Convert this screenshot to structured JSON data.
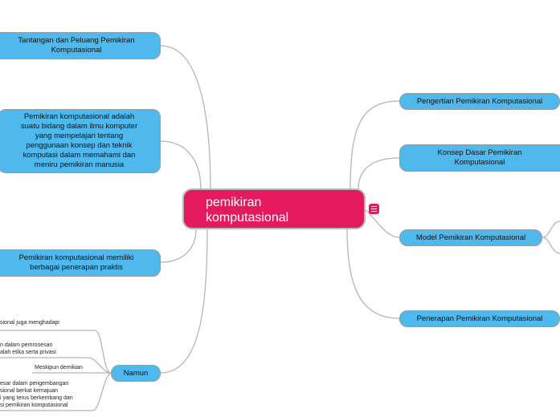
{
  "root": {
    "line1": "pemikiran",
    "line2": "komputasional"
  },
  "left_nodes": {
    "tantangan": {
      "line1": "Tantangan dan Peluang Pemikiran",
      "line2": "Komputasional"
    },
    "definisi": {
      "line1": "Pemikiran komputasional adalah",
      "line2": "suatu bidang dalam ilmu komputer",
      "line3": "yang mempelajari tentang",
      "line4": "penggunaan konsep dan teknik",
      "line5": "komputasi dalam memahami dan",
      "line6": "meniru pemikiran manusia"
    },
    "penerapan_praktis": {
      "line1": "Pemikiran komputasional memiliki",
      "line2": "berbagai penerapan praktis"
    },
    "namun": {
      "label": "Namun"
    }
  },
  "right_nodes": {
    "pengertian": {
      "label": "Pengertian Pemikiran Komputasional"
    },
    "konsep": {
      "line1": "Konsep Dasar Pemikiran",
      "line2": "Komputasional"
    },
    "model": {
      "label": "Model Pemikiran Komputasional"
    },
    "penerapan": {
      "label": "Penerapan Pemikiran Komputasional"
    }
  },
  "namun_children": {
    "c1": {
      "line1": "sional juga menghadapi"
    },
    "c2": {
      "line1": "n dalam pemrosesan",
      "line2": "alah etika serta privasi"
    },
    "c3": {
      "line1": "Meskipun demikian"
    },
    "c4": {
      "line1": "esar dalam pengembangan",
      "line2": "sional berkat kemajuan",
      "line3": "i yang terus berkembang dan",
      "line4": "si pemikiran komputasional"
    }
  },
  "colors": {
    "root_fill": "#e5195e",
    "node_fill": "#4fb8ec",
    "connector": "#b5b5b5"
  }
}
